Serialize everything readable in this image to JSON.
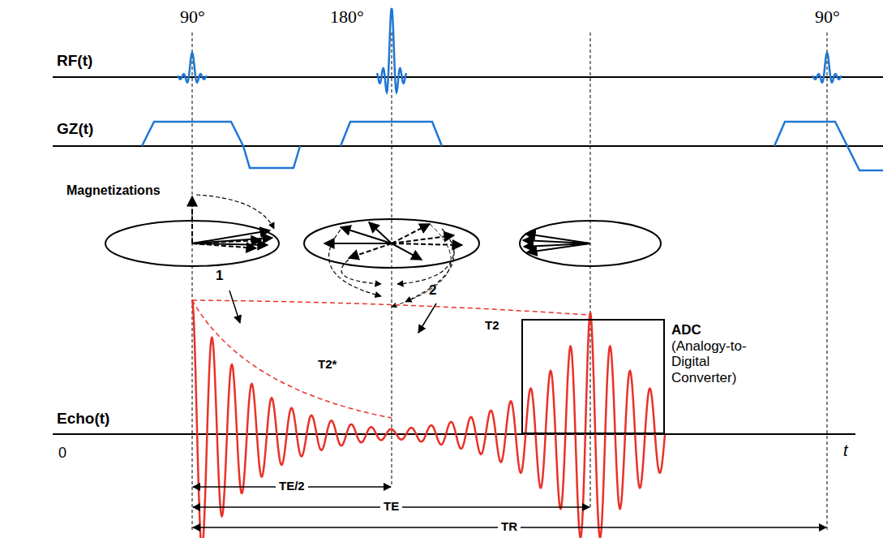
{
  "diagram": {
    "nodes": [
      {
        "text": [
          "ADC",
          "(Analogy-to- Digital Converter)"
        ]
      }
    ],
    "labels": [
      "90°",
      "180°",
      "90°",
      "RF(t)",
      "GZ(t)",
      "Magnetizations",
      "1",
      "2",
      "T2",
      "T2*",
      "Echo(t)",
      "0",
      "t",
      "TE/2",
      "TE",
      "TR"
    ]
  }
}
